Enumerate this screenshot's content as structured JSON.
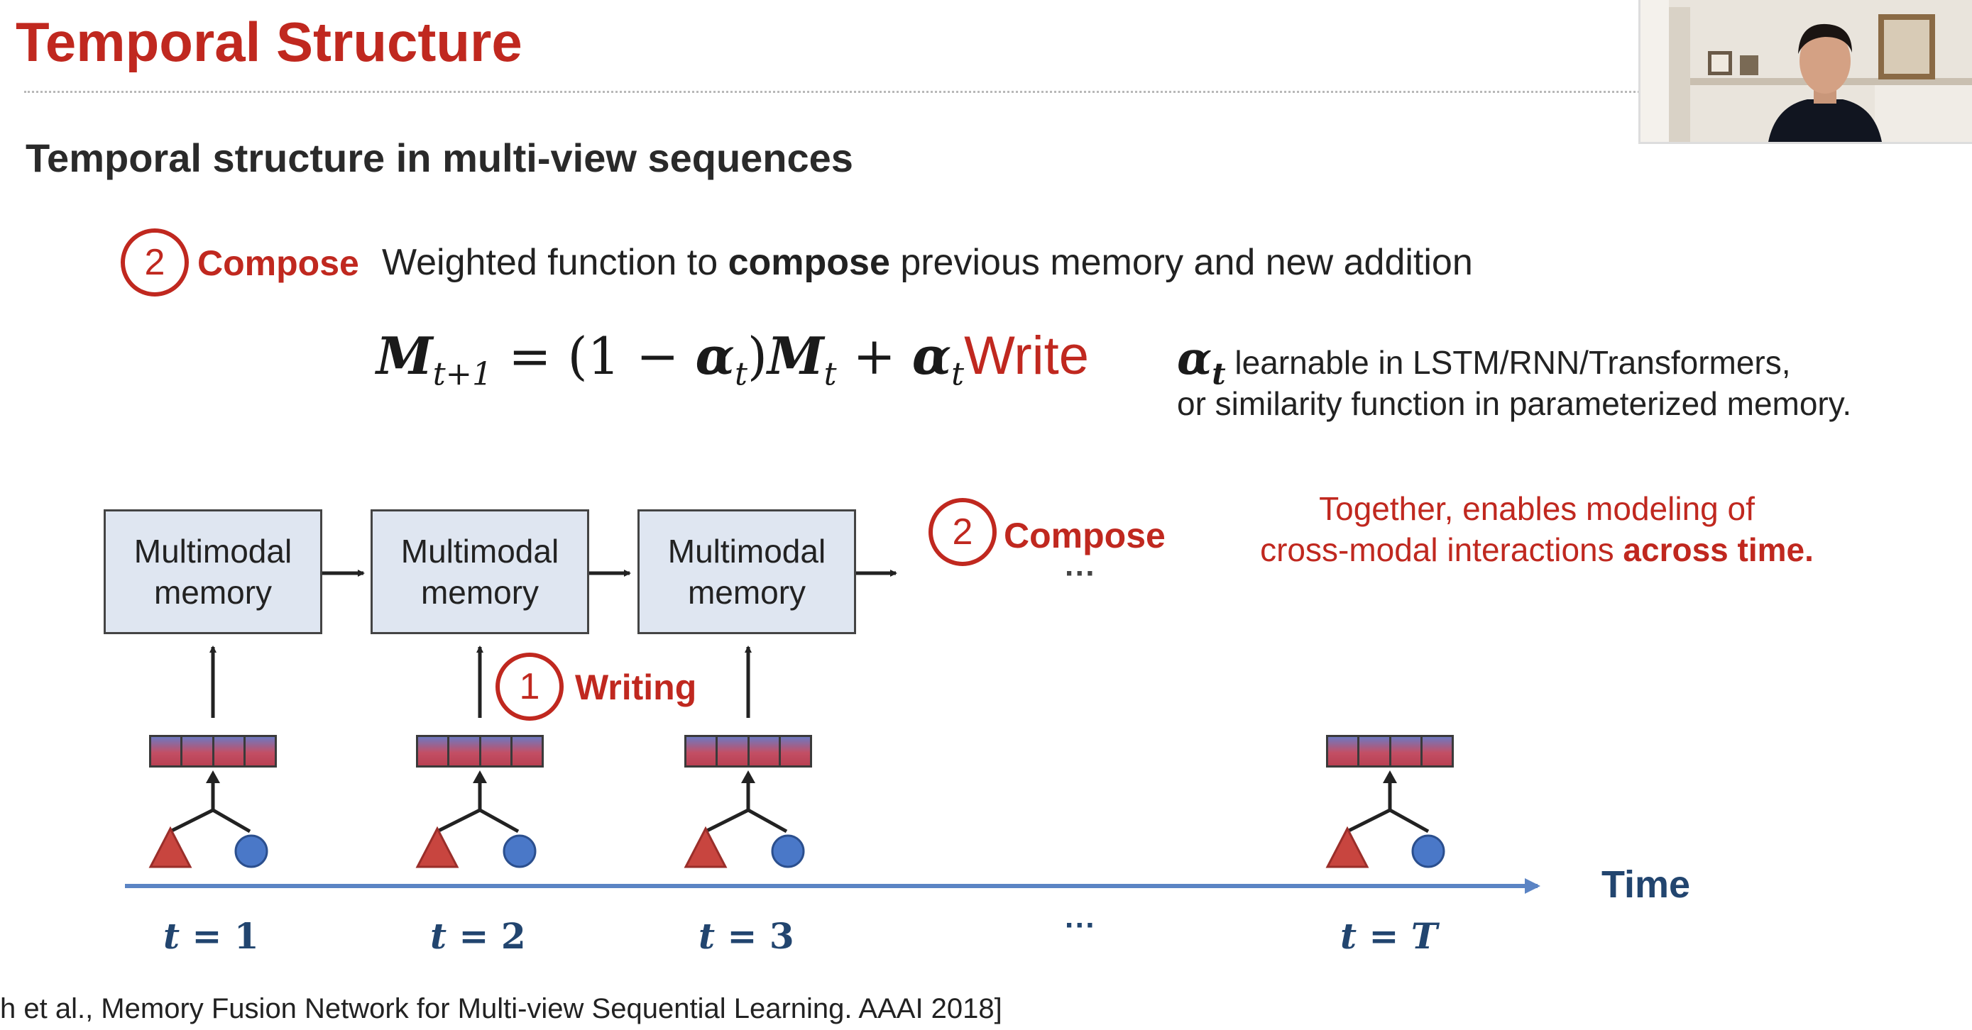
{
  "slide": {
    "title": "Temporal Structure",
    "subtitle": "Temporal structure in multi-view sequences"
  },
  "compose_row": {
    "badge": "2",
    "label": "Compose",
    "desc_pre": "Weighted function to ",
    "desc_bold": "compose",
    "desc_post": " previous memory and new addition"
  },
  "equation": {
    "lhs": "M",
    "lhs_sub": "t+1",
    "eq": " = (1 − ",
    "alpha": "α",
    "alpha_sub": "t",
    "close": ")",
    "m": "M",
    "m_sub": "t",
    "plus": " + ",
    "alpha2": "α",
    "alpha2_sub": "t",
    "write": "Write"
  },
  "alpha_note": {
    "symbol": "α",
    "symbol_sub": "t",
    "line1": " learnable in LSTM/RNN/Transformers,",
    "line2": "or similarity function in parameterized memory."
  },
  "diagram": {
    "memory_boxes": [
      {
        "line1": "Multimodal",
        "line2": "memory"
      },
      {
        "line1": "Multimodal",
        "line2": "memory"
      },
      {
        "line1": "Multimodal",
        "line2": "memory"
      }
    ],
    "compose_badge": "2",
    "compose_label": "Compose",
    "compose_ellipsis": "···",
    "writing_badge": "1",
    "writing_label": "Writing",
    "together_line1": "Together, enables modeling of",
    "together_line2_pre": "cross-modal interactions ",
    "together_line2_bold": "across time.",
    "time_label": "Time",
    "time_ellipsis": "···",
    "timesteps": [
      {
        "var": "t",
        "eq": " = ",
        "val": "1"
      },
      {
        "var": "t",
        "eq": " = ",
        "val": "2"
      },
      {
        "var": "t",
        "eq": " = ",
        "val": "3"
      },
      {
        "var": "t",
        "eq": " = ",
        "val": "T"
      }
    ]
  },
  "citation": "h et al., Memory Fusion Network for Multi-view Sequential Learning. AAAI 2018]",
  "colors": {
    "accent_red": "#c0281f",
    "memory_fill": "#dfe6f1",
    "time_blue": "#22456f",
    "axis_blue": "#5b84c4",
    "circle_blue": "#4a78c8",
    "triangle_red": "#c8453f"
  }
}
